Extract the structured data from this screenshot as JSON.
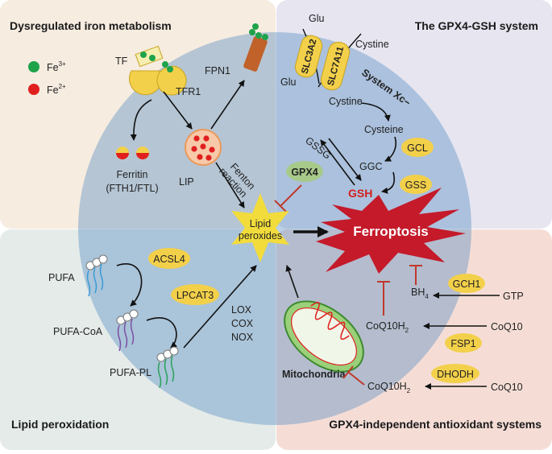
{
  "quadrants": {
    "iron": "Dysregulated iron metabolism",
    "gpx4": "The GPX4-GSH system",
    "lipid": "Lipid peroxidation",
    "independent": "GPX4-independent antioxidant systems"
  },
  "legend": {
    "fe3_base": "Fe",
    "fe3_sup": "3+",
    "fe2_base": "Fe",
    "fe2_sup": "2+"
  },
  "iron": {
    "tf": "TF",
    "tfr1": "TFR1",
    "fpn1": "FPN1",
    "ferritin": "Ferritin",
    "ferritin_sub": "(FTH1/FTL)",
    "lip": "LIP",
    "fenton1": "Fenton",
    "fenton2": "reaction"
  },
  "gpx4": {
    "glu_top": "Glu",
    "glu_bottom": "Glu",
    "cystine_top": "Cystine",
    "slc3a2": "SLC3A2",
    "slc7a11": "SLC7A11",
    "system_xc": "System Xc−",
    "cystine": "Cystine",
    "cysteine": "Cysteine",
    "gcl": "GCL",
    "ggc": "GGC",
    "gss": "GSS",
    "gssg": "GSSG",
    "gsh": "GSH",
    "gpx4": "GPX4"
  },
  "center": {
    "lipid1": "Lipid",
    "lipid2": "peroxides",
    "ferroptosis": "Ferroptosis"
  },
  "lipid": {
    "pufa": "PUFA",
    "acsl4": "ACSL4",
    "pufa_coa": "PUFA-CoA",
    "lpcat3": "LPCAT3",
    "pufa_pl": "PUFA-PL",
    "lox": "LOX",
    "cox": "COX",
    "nox": "NOX"
  },
  "independent": {
    "bh4": "BH",
    "bh4_sub": "4",
    "gch1": "GCH1",
    "gtp": "GTP",
    "coq10h2_a": "CoQ10H",
    "coq10h2_a_sub": "2",
    "fsp1": "FSP1",
    "coq10_a": "CoQ10",
    "dhodh": "DHODH",
    "coq10h2_b": "CoQ10H",
    "coq10h2_b_sub": "2",
    "coq10_b": "CoQ10",
    "mito": "Mitochondria"
  },
  "colors": {
    "q_iron": "#f6ece0",
    "q_gpx4": "#e6e5f0",
    "q_lipid": "#e4ebe9",
    "q_indep": "#f5ddd6",
    "circle": "#5b8fc3",
    "enzyme": "#f3d04a",
    "gpx4_pill": "#a7c98a",
    "fe3": "#1ea34a",
    "fe2": "#e0201f",
    "ferroptosis": "#c41a2a",
    "gsh": "#d42020"
  }
}
